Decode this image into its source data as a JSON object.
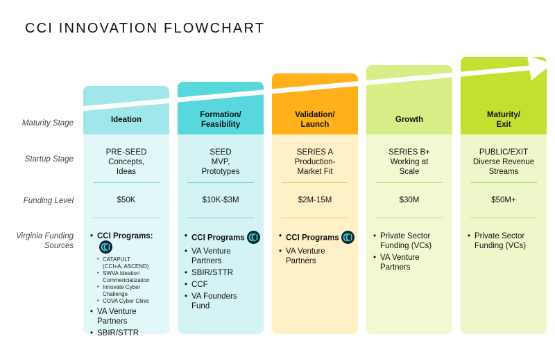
{
  "title": "CCI INNOVATION FLOWCHART",
  "row_labels": {
    "maturity": "Maturity Stage",
    "startup": "Startup Stage",
    "funding": "Funding Level",
    "sources_line1": "Virginia Funding",
    "sources_line2": "Sources"
  },
  "icons": {
    "cci_logo": "cci-logo-icon",
    "arrow": "arrow-icon"
  },
  "colors": {
    "ideation_header": "#9fe7ea",
    "ideation_body": "#e2f7f8",
    "formation_header": "#58d7dc",
    "formation_body": "#d4f3f4",
    "validation_header": "#ffb01a",
    "validation_body": "#fff0c7",
    "growth_header": "#d7ed85",
    "growth_body": "#f1f8d2",
    "maturity_header": "#c3e030",
    "maturity_body": "#eef7c9"
  },
  "columns": [
    {
      "header_l1": "Ideation",
      "header_l2": "",
      "stage_l1": "PRE-SEED",
      "stage_l2": "Concepts,",
      "stage_l3": "Ideas",
      "funding": "$50K",
      "s1": "CCI Programs:",
      "sub1": "CATAPULT",
      "sub1b": "(CCI+A, ASCEND)",
      "sub2": "SWVA Ideation",
      "sub2b": "Commericialization",
      "sub3": "Innovate Cyber",
      "sub3b": "Challenge",
      "sub4": "COVA Cyber Clinic",
      "s2": "VA Venture",
      "s2b": "Partners",
      "s3": "SBIR/STTR"
    },
    {
      "header_l1": "Formation/",
      "header_l2": "Feasibility",
      "stage_l1": "SEED",
      "stage_l2": "MVP,",
      "stage_l3": "Prototypes",
      "funding": "$10K-$3M",
      "s1": "CCI Programs",
      "s2": "VA Venture",
      "s2b": "Partners",
      "s3": "SBIR/STTR",
      "s4": "CCF",
      "s5": "VA Founders",
      "s5b": "Fund"
    },
    {
      "header_l1": "Validation/",
      "header_l2": "Launch",
      "stage_l1": "SERIES A",
      "stage_l2": "Production-",
      "stage_l3": "Market Fit",
      "funding": "$2M-15M",
      "s1": "CCI Programs",
      "s2": "VA Venture",
      "s2b": "Partners"
    },
    {
      "header_l1": "Growth",
      "header_l2": "",
      "stage_l1": "SERIES B+",
      "stage_l2": "Working at",
      "stage_l3": "Scale",
      "funding": "$30M",
      "s1": "Private Sector",
      "s1b": "Funding (VCs)",
      "s2": "VA Venture",
      "s2b": "Partners"
    },
    {
      "header_l1": "Maturity/",
      "header_l2": "Exit",
      "stage_l1": "PUBLIC/EXIT",
      "stage_l2": "Diverse Revenue",
      "stage_l3": "Streams",
      "funding": "$50M+",
      "s1": "Private Sector",
      "s1b": "Funding (VCs)"
    }
  ]
}
